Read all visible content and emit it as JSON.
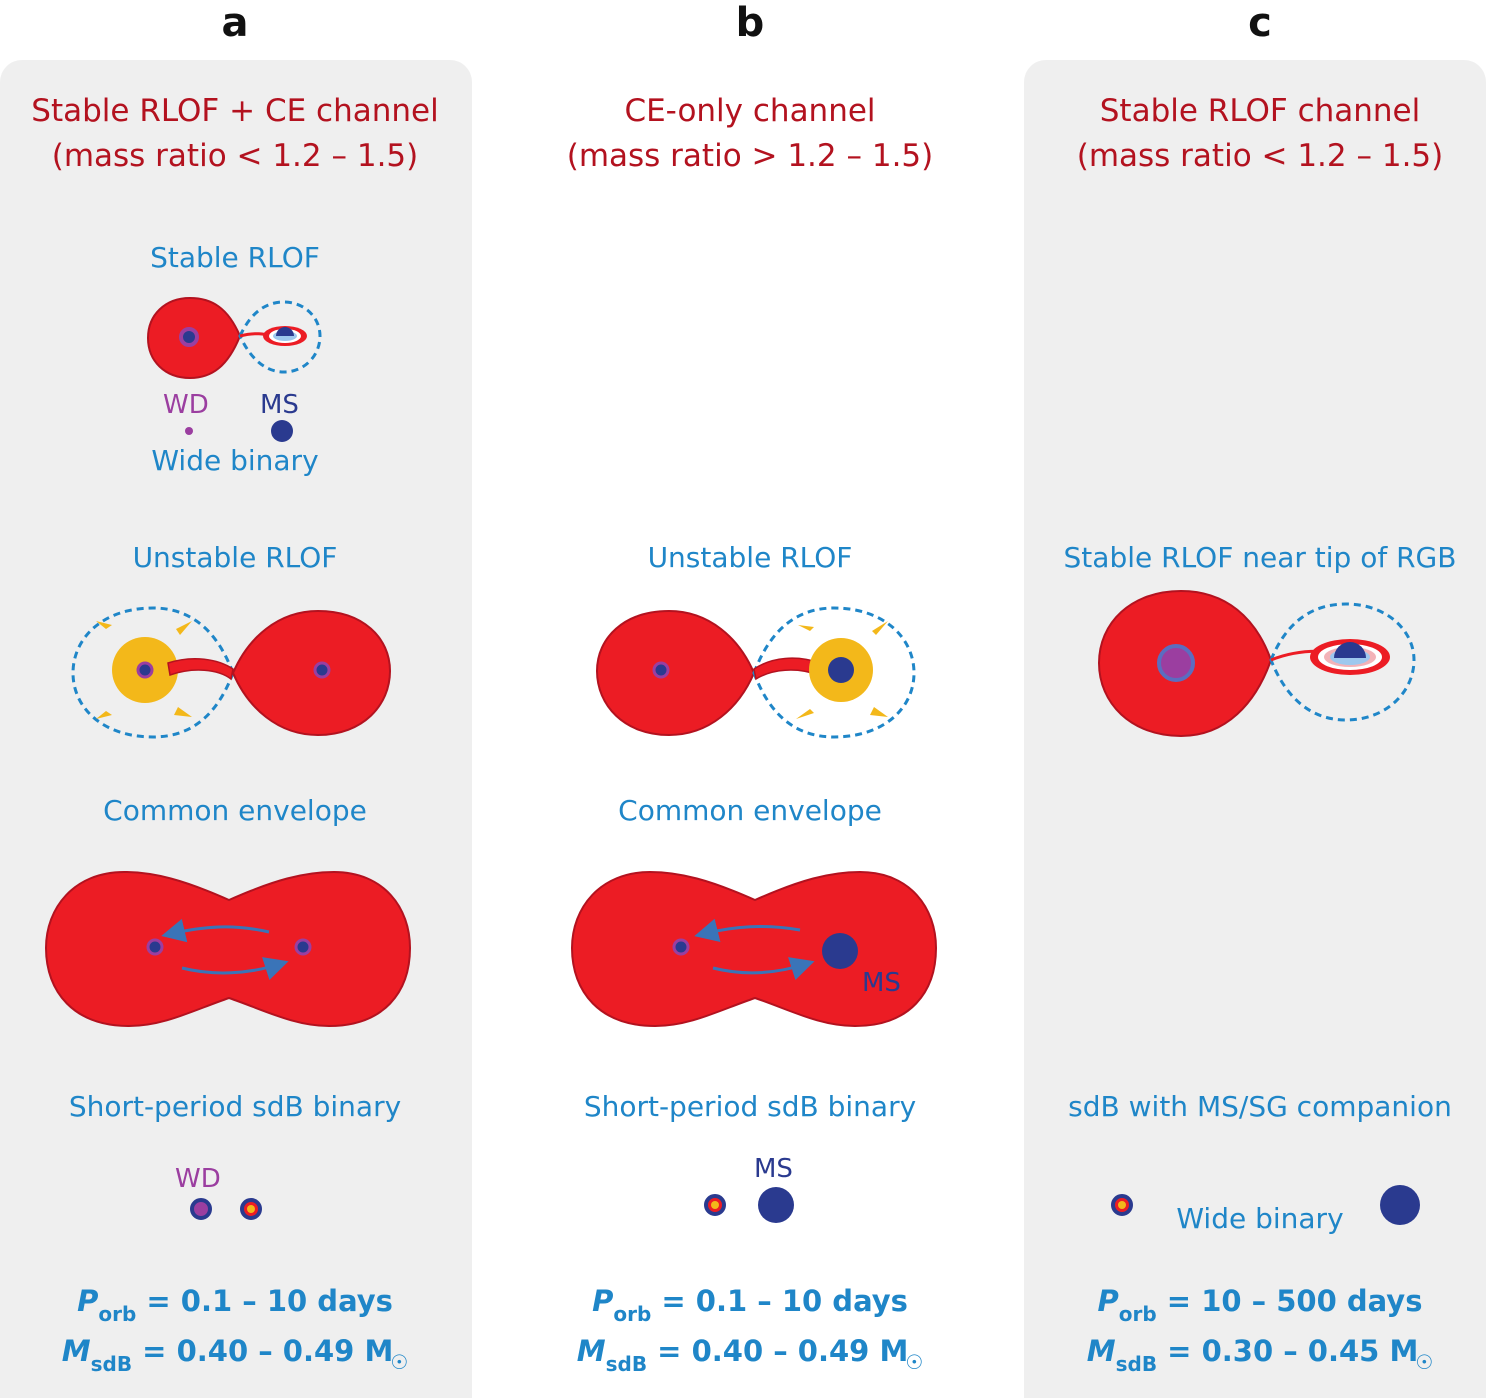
{
  "colors": {
    "panel": "#efefef",
    "title": "#b3121f",
    "label": "#1f86c8",
    "star": "#ec1c24",
    "wd": "#9b3ea0",
    "ms": "#2a3a8f",
    "envelope_yellow": "#f3b81a"
  },
  "panels": [
    {
      "letter": "a",
      "title_line1": "Stable RLOF + CE channel",
      "title_line2": "(mass ratio < 1.2 – 1.5)",
      "stage1_label": "Stable RLOF",
      "stage1_wd": "WD",
      "stage1_ms": "MS",
      "stage1_caption": "Wide binary",
      "stage2_label": "Unstable RLOF",
      "stage3_label": "Common envelope",
      "stage4_label": "Short-period sdB binary",
      "stage4_companion": "WD",
      "porb_symbol": "P",
      "porb_sub": "orb",
      "porb_value": "= 0.1 – 10 days",
      "mass_symbol": "M",
      "mass_sub": "sdB",
      "mass_value": "= 0.40 – 0.49 M",
      "sun_symbol": "☉"
    },
    {
      "letter": "b",
      "title_line1": "CE-only channel",
      "title_line2": "(mass ratio > 1.2 – 1.5)",
      "stage2_label": "Unstable RLOF",
      "stage3_label": "Common envelope",
      "stage3_ms": "MS",
      "stage4_label": "Short-period sdB binary",
      "stage4_companion": "MS",
      "porb_symbol": "P",
      "porb_sub": "orb",
      "porb_value": "= 0.1 – 10 days",
      "mass_symbol": "M",
      "mass_sub": "sdB",
      "mass_value": "= 0.40 – 0.49 M",
      "sun_symbol": "☉"
    },
    {
      "letter": "c",
      "title_line1": "Stable RLOF channel",
      "title_line2": "(mass ratio < 1.2 – 1.5)",
      "stage2_label": "Stable RLOF near tip of RGB",
      "stage4_label": "sdB with MS/SG companion",
      "stage4_caption": "Wide binary",
      "porb_symbol": "P",
      "porb_sub": "orb",
      "porb_value": "= 10 – 500 days",
      "mass_symbol": "M",
      "mass_sub": "sdB",
      "mass_value": "= 0.30 – 0.45 M",
      "sun_symbol": "☉"
    }
  ]
}
